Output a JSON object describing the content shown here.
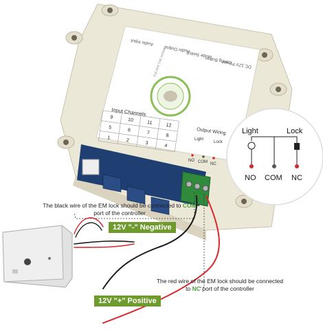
{
  "controller": {
    "top_labels": [
      "Audio Input",
      "Audio Output",
      "Mode Switch",
      "Config Button",
      "DC 12V Power"
    ],
    "logo_text": "ESCAPE THE ROOM",
    "input_channels_title": "Input Channels",
    "channel_grid": [
      [
        "9",
        "10",
        "11",
        "12"
      ],
      [
        "5",
        "6",
        "7",
        "8"
      ],
      [
        "1",
        "2",
        "3",
        "4"
      ]
    ],
    "output_wiring_title": "Output Wiring",
    "output_light_label": "Light",
    "output_lock_label": "Lock",
    "output_terminals": [
      "NO",
      "COM",
      "NC"
    ]
  },
  "inset": {
    "light_label": "Light",
    "lock_label": "Lock",
    "terminals": [
      "NO",
      "COM",
      "NC"
    ]
  },
  "captions": {
    "black_wire_pre": "The black wire of the EM lock should be connected to ",
    "black_wire_highlight": "COM",
    "black_wire_post": " port of the controller",
    "red_wire_pre": "The red wire of the EM lock should be connected to ",
    "red_wire_highlight": "NC",
    "red_wire_post": " port of the controller"
  },
  "tags": {
    "negative": "12V \"-\" Negative",
    "positive": "12V \"+\" Positive"
  },
  "colors": {
    "housing": "#ece8d8",
    "label_panel": "#ffffff",
    "terminal_block": "#2f8a3c",
    "pcb": "#1f3f73",
    "tag_green": "#6f9a2e",
    "wire_red": "#d8262b",
    "wire_black": "#1a1a1a",
    "dot_red": "#d8262b",
    "dot_grey": "#555555"
  }
}
